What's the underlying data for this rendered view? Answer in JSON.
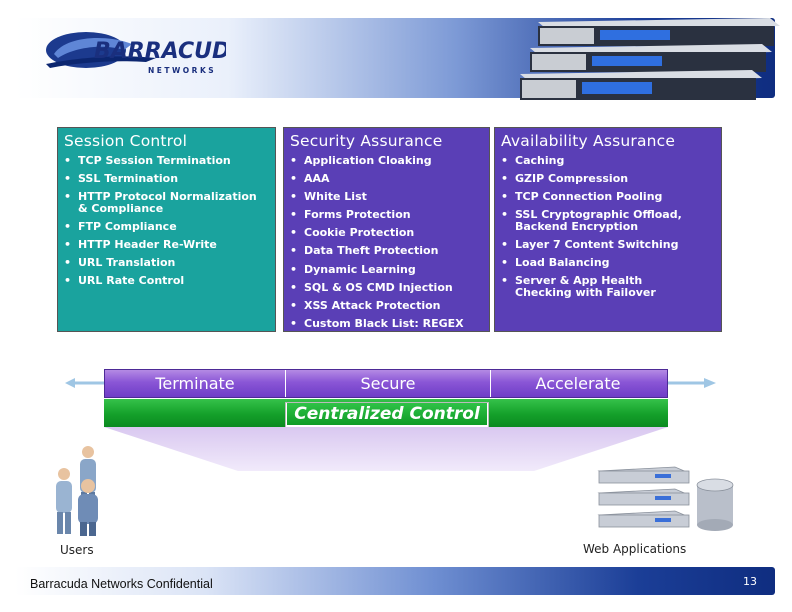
{
  "brand": {
    "logo_text": "BARRACUDA",
    "logo_sub": "NETWORKS"
  },
  "panels": [
    {
      "title": "Session Control",
      "items": [
        "TCP Session Termination",
        "SSL Termination",
        "HTTP Protocol Normalization\n& Compliance",
        "FTP Compliance",
        "HTTP Header Re-Write",
        "URL Translation",
        "URL Rate Control"
      ]
    },
    {
      "title": "Security Assurance",
      "items": [
        "Application Cloaking",
        "AAA",
        "White List",
        "Forms Protection",
        "Cookie Protection",
        "Data Theft Protection",
        "Dynamic Learning",
        "SQL & OS CMD Injection",
        "XSS Attack Protection",
        "Custom Black List: REGEX"
      ]
    },
    {
      "title": "Availability Assurance",
      "items": [
        "Caching",
        "GZIP Compression",
        "TCP Connection Pooling",
        "SSL Cryptographic Offload,\nBackend Encryption",
        "Layer 7 Content Switching",
        "Load Balancing",
        "Server & App Health\nChecking with Failover"
      ]
    }
  ],
  "stages": {
    "terminate": "Terminate",
    "secure": "Secure",
    "accelerate": "Accelerate"
  },
  "centralized": "Centralized Control",
  "labels": {
    "users": "Users",
    "web_apps": "Web Applications"
  },
  "footer": {
    "text": "Barracuda Networks Confidential",
    "page": "13"
  },
  "colors": {
    "teal_panel": "#1aa39e",
    "purple_panel": "#5a3fb6",
    "green_bar": "#14a02a",
    "banner_blue": "#1d3f98"
  }
}
